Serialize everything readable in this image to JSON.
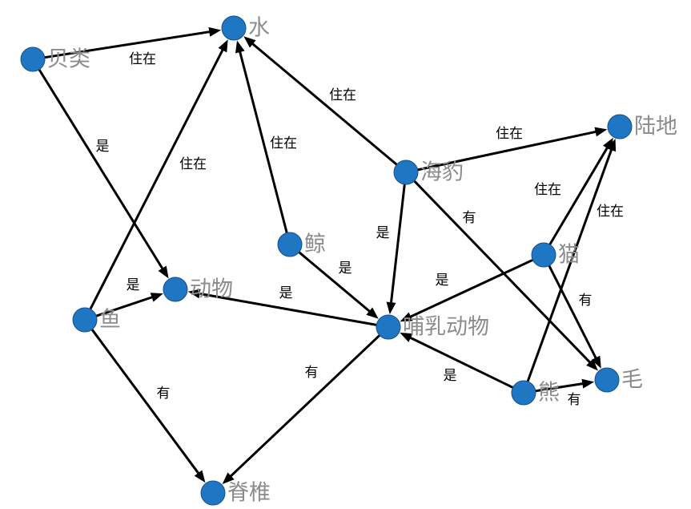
{
  "graph": {
    "nodes": [
      {
        "id": "water",
        "label": "水"
      },
      {
        "id": "shellfish",
        "label": "贝类"
      },
      {
        "id": "land",
        "label": "陆地"
      },
      {
        "id": "seal",
        "label": "海豹"
      },
      {
        "id": "whale",
        "label": "鲸"
      },
      {
        "id": "cat",
        "label": "猫"
      },
      {
        "id": "animal",
        "label": "动物"
      },
      {
        "id": "fish",
        "label": "鱼"
      },
      {
        "id": "mammal",
        "label": "哺乳动物"
      },
      {
        "id": "fur",
        "label": "毛"
      },
      {
        "id": "bear",
        "label": "熊"
      },
      {
        "id": "spine",
        "label": "脊椎"
      }
    ],
    "edges": [
      {
        "from": "shellfish",
        "to": "water",
        "label": "住在"
      },
      {
        "from": "shellfish",
        "to": "animal",
        "label": "是"
      },
      {
        "from": "fish",
        "to": "water",
        "label": "住在"
      },
      {
        "from": "whale",
        "to": "water",
        "label": "住在"
      },
      {
        "from": "seal",
        "to": "water",
        "label": "住在"
      },
      {
        "from": "seal",
        "to": "land",
        "label": "住在"
      },
      {
        "from": "cat",
        "to": "land",
        "label": "住在"
      },
      {
        "from": "bear",
        "to": "land",
        "label": "住在"
      },
      {
        "from": "fish",
        "to": "animal",
        "label": "是"
      },
      {
        "from": "mammal",
        "to": "animal",
        "label": "是"
      },
      {
        "from": "whale",
        "to": "mammal",
        "label": "是"
      },
      {
        "from": "seal",
        "to": "mammal",
        "label": "是"
      },
      {
        "from": "cat",
        "to": "mammal",
        "label": "是"
      },
      {
        "from": "bear",
        "to": "mammal",
        "label": "是"
      },
      {
        "from": "seal",
        "to": "fur",
        "label": "有"
      },
      {
        "from": "cat",
        "to": "fur",
        "label": "有"
      },
      {
        "from": "bear",
        "to": "fur",
        "label": "有"
      },
      {
        "from": "fish",
        "to": "spine",
        "label": "有"
      },
      {
        "from": "mammal",
        "to": "spine",
        "label": "有"
      }
    ]
  },
  "colors": {
    "node_fill": "#1f77c4",
    "node_label": "#8c8c8c",
    "edge": "#000000"
  }
}
